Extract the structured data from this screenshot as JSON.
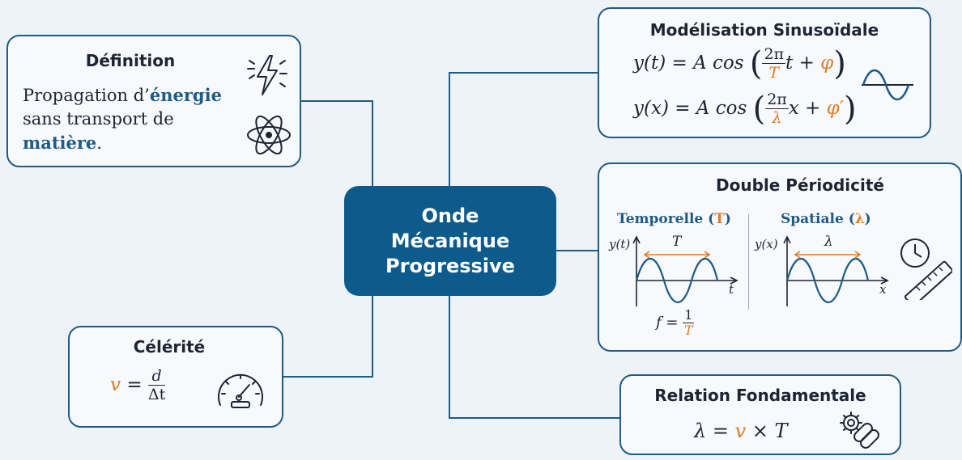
{
  "center": {
    "line1": "Onde",
    "line2": "Mécanique",
    "line3": "Progressive"
  },
  "definition": {
    "title": "Définition",
    "text_prefix": "Propagation d’",
    "text_energy": "énergie",
    "text_middle": "sans transport de",
    "text_matter": "matière",
    "text_end": ".",
    "icons": [
      "lightning-icon",
      "atom-icon"
    ]
  },
  "celerity": {
    "title": "Célérité",
    "lhs": "v",
    "eq": "=",
    "num": "d",
    "den": "Δt",
    "icon": "speedometer-icon"
  },
  "sinus": {
    "title": "Modélisation Sinusoïdale",
    "eq1": {
      "lhs": "y(t) = A cos",
      "num": "2π",
      "den": "T",
      "var": "t + ",
      "phase": "φ"
    },
    "eq2": {
      "lhs": "y(x) = A cos",
      "num": "2π",
      "den": "λ",
      "var": "x + ",
      "phase": "φ′"
    },
    "icon": "sine-wave-icon"
  },
  "periodicity": {
    "title": "Double Périodicité",
    "temporal": {
      "label": "Temporelle (",
      "sym": "T",
      "close": ")",
      "ylabel": "y(t)",
      "xlabel": "t",
      "period": "T"
    },
    "spatial": {
      "label": "Spatiale (",
      "sym": "λ",
      "close": ")",
      "ylabel": "y(x)",
      "xlabel": "x",
      "period": "λ"
    },
    "freq": {
      "lhs": "f =",
      "num": "1",
      "den": "T"
    },
    "icon": "clock-ruler-icon"
  },
  "relation": {
    "title": "Relation Fondamentale",
    "lhs": "λ =",
    "v": "v",
    "rhs": "× T",
    "icon": "gear-chain-icon"
  },
  "colors": {
    "primary": "#0d5b8d",
    "border": "#1e5b85",
    "accent": "#e07b24",
    "background": "#eef3f8"
  }
}
